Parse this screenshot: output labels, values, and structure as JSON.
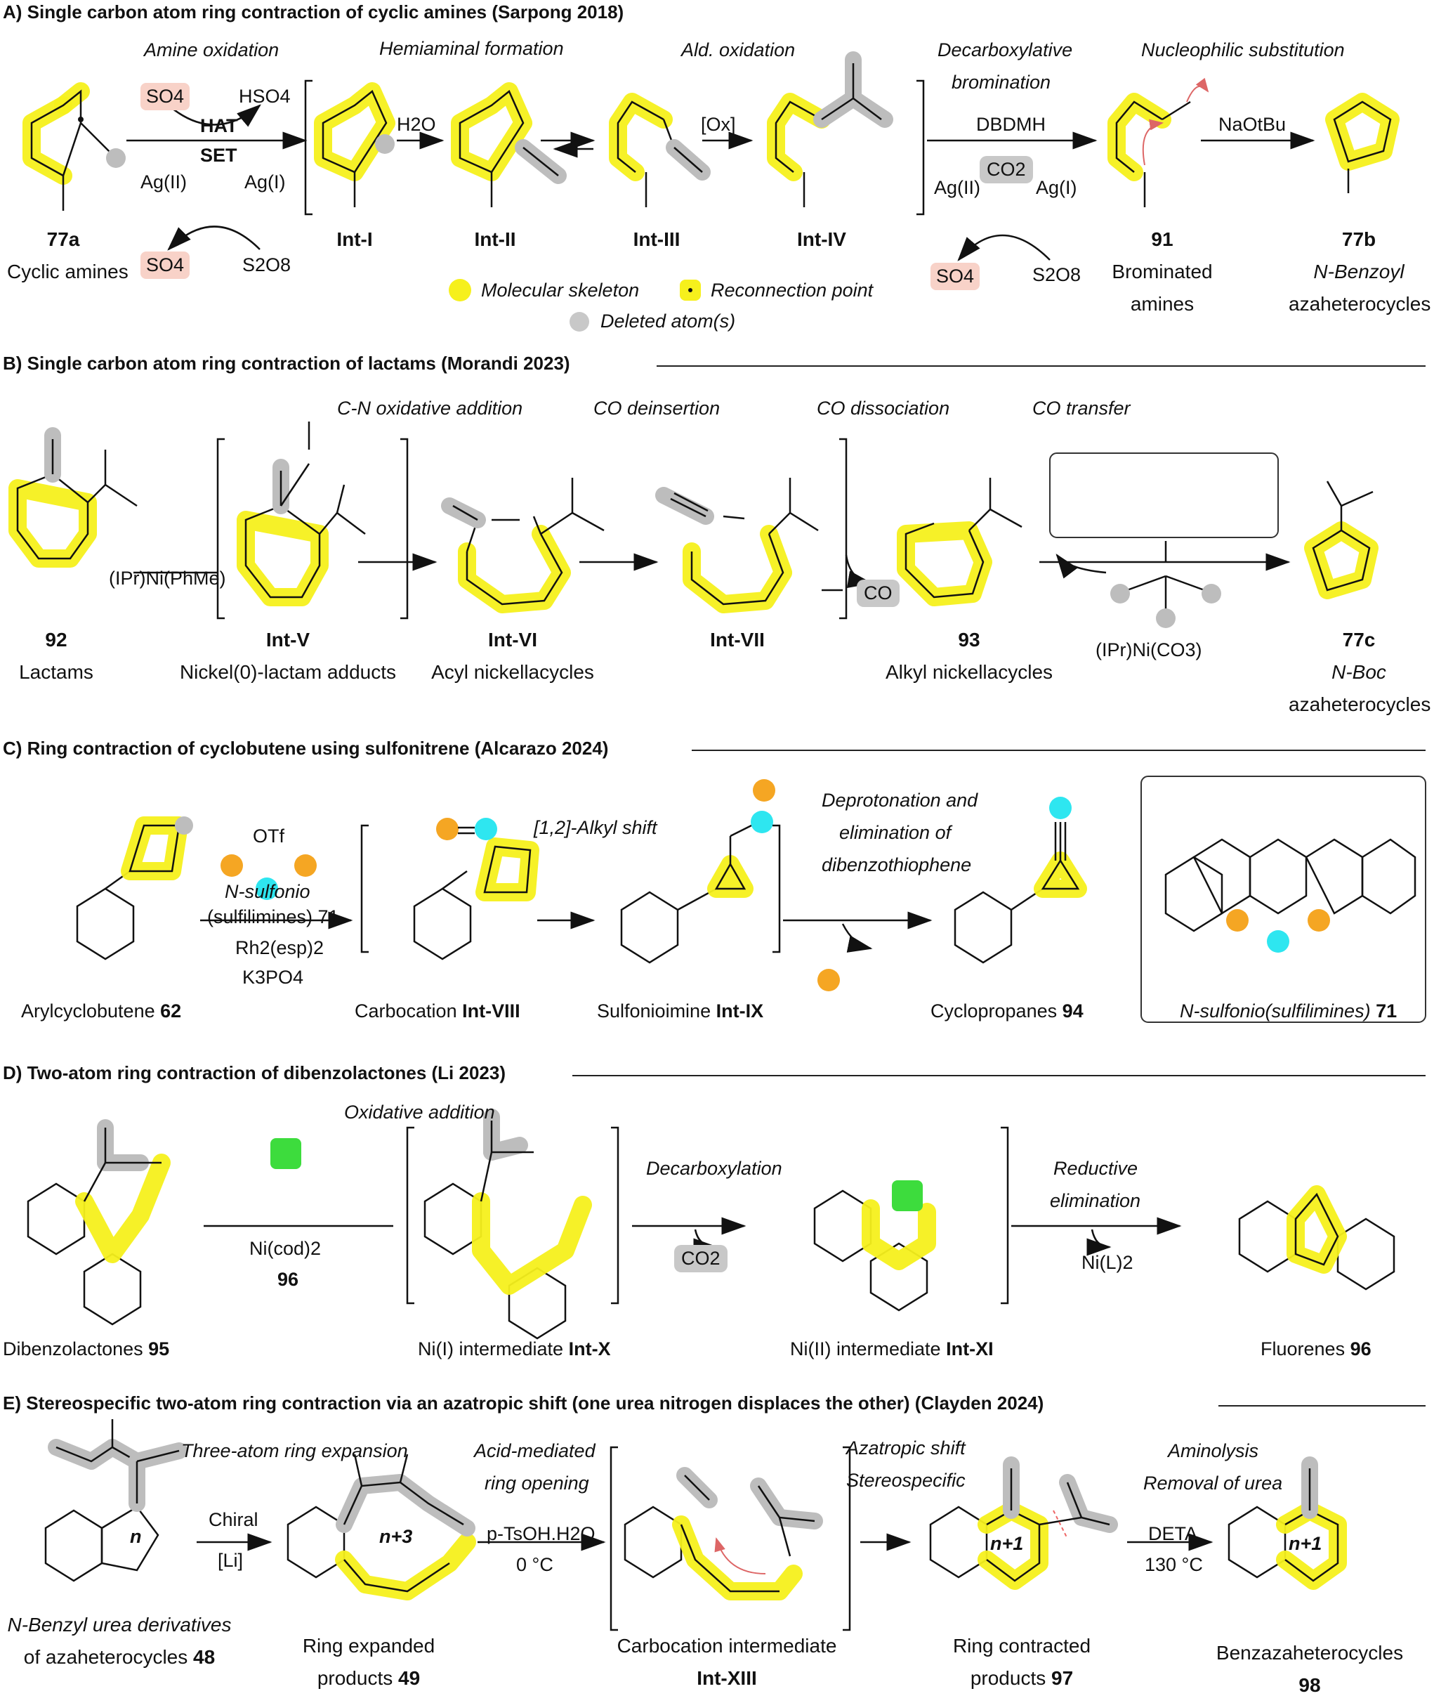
{
  "sections": {
    "a": {
      "title": "A) Single carbon atom ring contraction of cyclic amines (Sarpong 2018)",
      "steps": [
        "Amine oxidation",
        "Hemiaminal formation",
        "Ald. oxidation",
        "Decarboxylative",
        "bromination",
        "Nucleophilic substitution"
      ],
      "reagents": {
        "hat": "HAT",
        "set": "SET",
        "so4_top": "SO4",
        "hso4": "HSO4",
        "ag2_left": "Ag(II)",
        "ag1_left": "Ag(I)",
        "so4_bottom": "SO4",
        "s2o8_left": "S2O8",
        "h2o": "H2O",
        "ox": "[Ox]",
        "dbdmh": "DBDMH",
        "co2": "CO2",
        "ag2_right": "Ag(II)",
        "ag1_right": "Ag(I)",
        "so4_right": "SO4",
        "s2o8_right": "S2O8",
        "naotbu": "NaOtBu"
      },
      "compounds": [
        {
          "num": "77a",
          "name": "Cyclic amines"
        },
        {
          "num": "Int-I",
          "name": ""
        },
        {
          "num": "Int-II",
          "name": ""
        },
        {
          "num": "Int-III",
          "name": ""
        },
        {
          "num": "Int-IV",
          "name": ""
        },
        {
          "num": "91",
          "name": "Brominated",
          "name2": "amines"
        },
        {
          "num": "77b",
          "name": "N-Benzoyl",
          "name2": "azaheterocycles"
        }
      ],
      "legend": {
        "skeleton": "Molecular skeleton",
        "reconnection": "Reconnection point",
        "deleted": "Deleted atom(s)"
      }
    },
    "b": {
      "title": "B) Single carbon atom ring contraction of lactams (Morandi 2023)",
      "steps": [
        "C-N oxidative addition",
        "CO deinsertion",
        "CO dissociation",
        "CO transfer"
      ],
      "reagents": {
        "ni_cat": "(IPr)Ni(PhMe)",
        "co": "CO",
        "ni_co3": "(IPr)Ni(CO3)"
      },
      "compounds": [
        {
          "num": "92",
          "name": "Lactams"
        },
        {
          "num": "Int-V",
          "name": "Nickel(0)-lactam adducts"
        },
        {
          "num": "Int-VI",
          "name": "Acyl nickellacycles"
        },
        {
          "num": "Int-VII",
          "name": ""
        },
        {
          "num": "93",
          "name": "Alkyl nickellacycles"
        },
        {
          "num": "77c",
          "name": "N-Boc",
          "name2": "azaheterocycles"
        }
      ]
    },
    "c": {
      "title": "C) Ring contraction of cyclobutene using sulfonitrene (Alcarazo 2024)",
      "steps": [
        "[1,2]-Alkyl shift",
        "Deprotonation and",
        "elimination of",
        "dibenzothiophene"
      ],
      "reagents": {
        "otf": "OTf",
        "nsulfonio": "N-sulfonio",
        "sulfil": "(sulfilimines) 71",
        "rh": "Rh2(esp)2",
        "k3po4": "K3PO4"
      },
      "compounds": [
        {
          "num": "62",
          "name": "Arylcyclobutene"
        },
        {
          "num": "Int-VIII",
          "name": "Carbocation"
        },
        {
          "num": "Int-IX",
          "name": "Sulfonioimine"
        },
        {
          "num": "94",
          "name": "Cyclopropanes"
        },
        {
          "num": "71",
          "name": "N-sulfonio(sulfilimines)"
        }
      ]
    },
    "d": {
      "title": "D) Two-atom ring contraction of dibenzolactones (Li 2023)",
      "steps": [
        "Oxidative addition",
        "Decarboxylation",
        "Reductive",
        "elimination"
      ],
      "reagents": {
        "nicod": "Ni(cod)2",
        "nicod_num": "96",
        "co2": "CO2",
        "nil2": "Ni(L)2"
      },
      "compounds": [
        {
          "num": "95",
          "name": "Dibenzolactones"
        },
        {
          "num": "Int-X",
          "name": "Ni(I) intermediate"
        },
        {
          "num": "Int-XI",
          "name": "Ni(II) intermediate"
        },
        {
          "num": "96",
          "name": "Fluorenes"
        }
      ]
    },
    "e": {
      "title": "E) Stereospecific two-atom ring contraction via an azatropic shift (one urea nitrogen displaces the other) (Clayden 2024)",
      "steps": [
        "Three-atom ring expansion",
        "Acid-mediated",
        "ring opening",
        "Azatropic shift",
        "Stereospecific",
        "Aminolysis",
        "Removal of urea"
      ],
      "reagents": {
        "chiral": "Chiral",
        "li": "[Li]",
        "ptsoh": "p-TsOH.H2O",
        "temp0": "0 °C",
        "deta": "DETA",
        "temp130": "130 °C"
      },
      "compounds": [
        {
          "num": "48",
          "name": "N-Benzyl urea derivatives",
          "name2": "of azaheterocycles"
        },
        {
          "num": "49",
          "name": "Ring expanded",
          "name2": "products"
        },
        {
          "num": "Int-XIII",
          "name": "Carbocation intermediate"
        },
        {
          "num": "97",
          "name": "Ring contracted",
          "name2": "products"
        },
        {
          "num": "98",
          "name": "Benzazaheterocycles"
        }
      ],
      "ring_labels": [
        "n",
        "n+3",
        "n+1",
        "n+1"
      ]
    }
  },
  "colors": {
    "skeleton": "#f6f01c",
    "deleted": "#bdbdbd",
    "nickel": "#3ddc3d",
    "sulfur": "#f5a623",
    "nitrogen": "#2ee6f0",
    "salt": "#f8d2c8"
  }
}
